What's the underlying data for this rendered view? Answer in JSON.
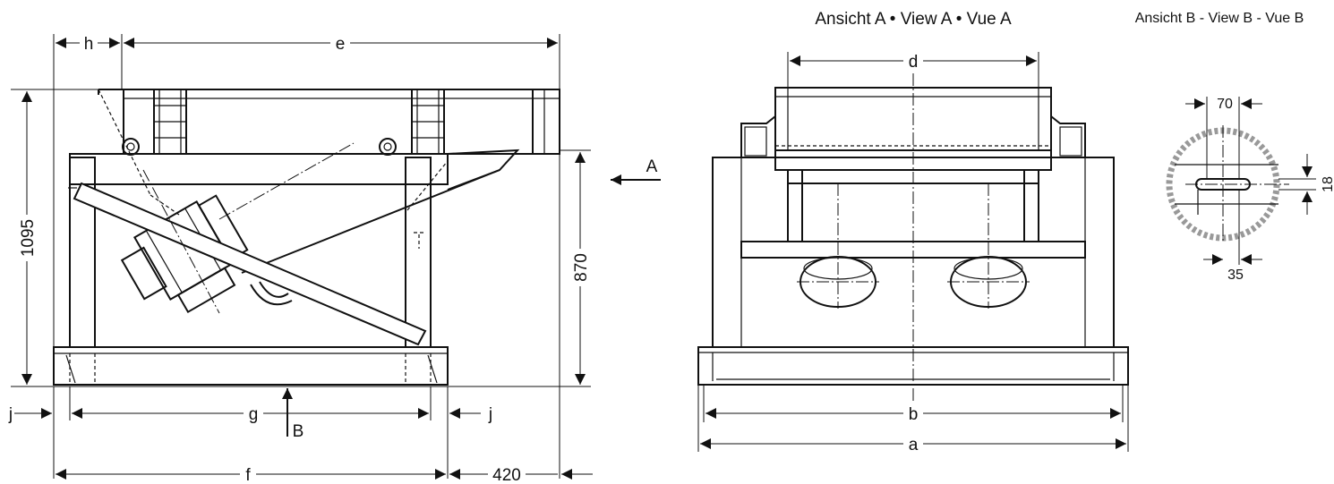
{
  "views": {
    "view_a_title": "Ansicht A • View A • Vue A",
    "view_b_title": "Ansicht B - View B - Vue B"
  },
  "dimensions": {
    "h": "h",
    "e": "e",
    "d": "d",
    "height_total": "1095",
    "height_frame": "870",
    "j_left": "j",
    "j_right": "j",
    "g": "g",
    "f": "f",
    "depth": "420",
    "b": "b",
    "a": "a",
    "slot_length": "70",
    "slot_width": "18",
    "slot_inner": "35"
  },
  "arrows": {
    "view_a_arrow": "A",
    "view_b_arrow": "B"
  }
}
